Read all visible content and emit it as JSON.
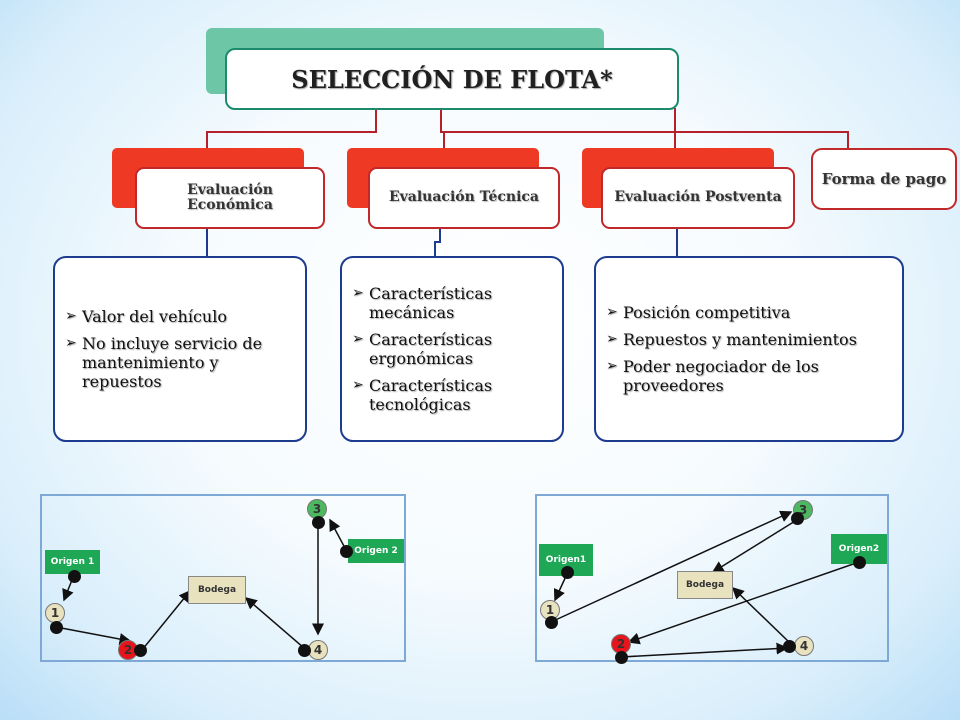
{
  "title": "SELECCIÓN DE FLOTA*",
  "categories": [
    {
      "label": "Evaluación Económica",
      "items": [
        "Valor del vehículo",
        "No incluye servicio de mantenimiento y repuestos"
      ]
    },
    {
      "label": "Evaluación Técnica",
      "items": [
        "Características mecánicas",
        "Características ergonómicas",
        "Características tecnológicas"
      ]
    },
    {
      "label": "Evaluación Postventa",
      "items": [
        "Posición competitiva",
        "Repuestos y mantenimientos",
        "Poder negociador de los proveedores"
      ]
    },
    {
      "label": "Forma de pago"
    }
  ],
  "bullet_icon": "arrow-bullet-icon",
  "routes": [
    {
      "origin1": "Origen 1",
      "origin2": "Origen 2",
      "warehouse": "Bodega",
      "nodes": [
        "1",
        "2",
        "3",
        "4"
      ]
    },
    {
      "origin1": "Origen1",
      "origin2": "Origen2",
      "warehouse": "Bodega",
      "nodes": [
        "1",
        "2",
        "3",
        "4"
      ]
    }
  ],
  "colors": {
    "header": "#6dc6a6",
    "category": "#ee3a25",
    "content_border": "#1d3b8f",
    "origin": "#1ea856",
    "node_red": "#e8141b",
    "node_green": "#4cb860",
    "node_beige": "#e8e2bf"
  }
}
